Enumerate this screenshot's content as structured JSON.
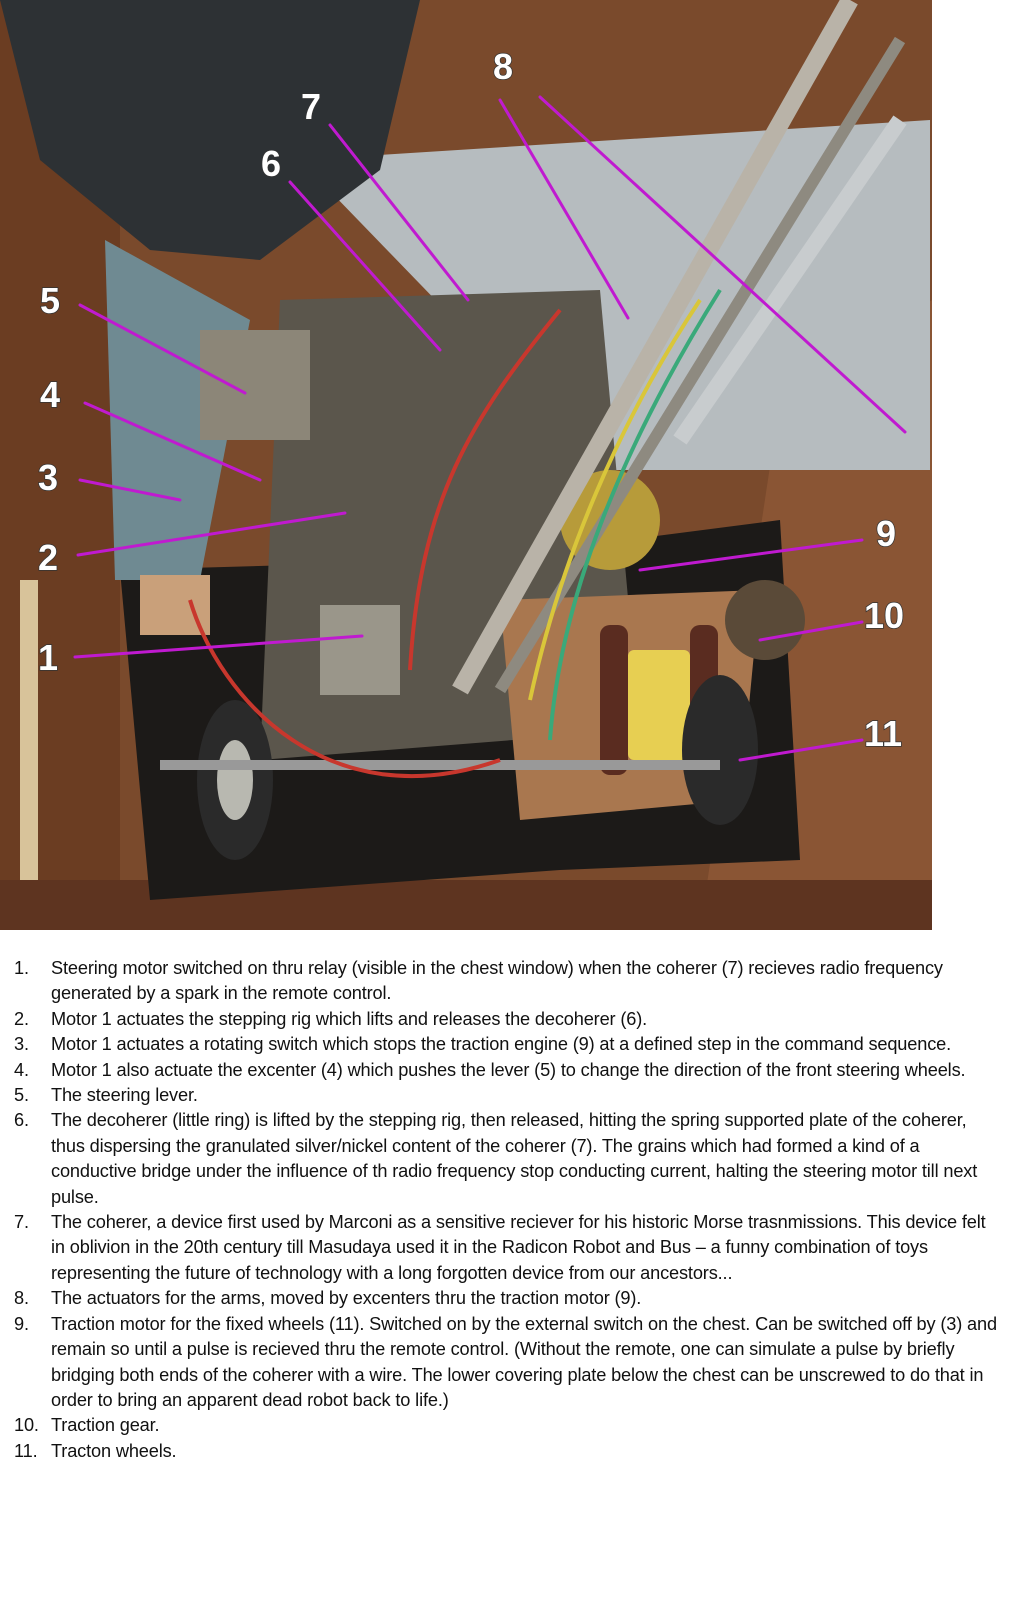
{
  "photo": {
    "callouts": [
      "1",
      "2",
      "3",
      "4",
      "5",
      "6",
      "7",
      "8",
      "9",
      "10",
      "11"
    ],
    "pointer_color": "#c01ad0"
  },
  "notes": [
    {
      "num": "1.",
      "text": "Steering motor switched on thru relay (visible in the chest window) when the coherer (7) recieves radio frequency generated by a spark in the remote control."
    },
    {
      "num": "2.",
      "text": "Motor 1 actuates the stepping rig which lifts and releases the decoherer (6)."
    },
    {
      "num": "3.",
      "text": "Motor 1 actuates a rotating switch which stops the traction engine (9) at a defined step in the command sequence."
    },
    {
      "num": "4.",
      "text": "Motor 1 also actuate the excenter (4) which pushes the lever (5) to change the direction of the front steering wheels."
    },
    {
      "num": "5.",
      "text": "The steering lever."
    },
    {
      "num": "6.",
      "text": "The decoherer (little ring) is lifted by the stepping rig, then released, hitting the spring supported plate of the coherer, thus dispersing the granulated silver/nickel content of the coherer (7). The grains which had formed a kind of a conductive bridge under the influence of th radio frequency stop conducting current, halting the steering motor till next pulse."
    },
    {
      "num": "7.",
      "text": "The coherer, a device first used by Marconi as a sensitive reciever for his historic Morse trasnmissions. This device felt in oblivion in the 20th century till Masudaya used it in the Radicon Robot and Bus – a funny combination of toys representing the future of technology with a long forgotten device from our ancestors..."
    },
    {
      "num": "8.",
      "text": "The actuators for the arms, moved by excenters thru the traction motor (9)."
    },
    {
      "num": "9.",
      "text": "Traction motor for the fixed wheels (11). Switched on by the external switch on the chest. Can be switched off by (3) and remain so until a pulse is recieved thru the remote control. (Without the remote, one can simulate a pulse by briefly bridging both ends of the coherer with a wire. The lower covering plate below the chest can be unscrewed to do that in order to bring an apparent dead robot back to life.)"
    },
    {
      "num": "10.",
      "text": "Traction gear."
    },
    {
      "num": "11.",
      "text": "Tracton wheels."
    }
  ]
}
